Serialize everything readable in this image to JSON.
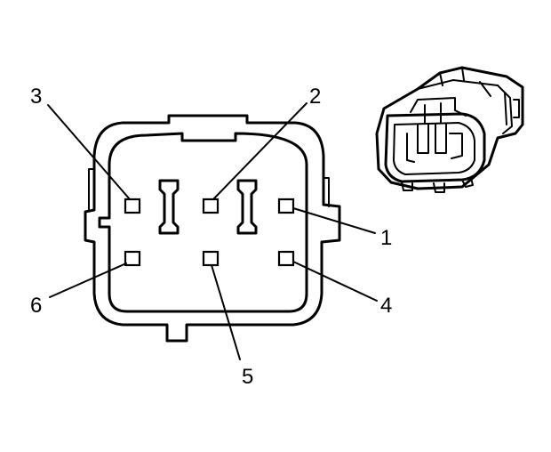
{
  "pins": [
    {
      "label": "1"
    },
    {
      "label": "2"
    },
    {
      "label": "3"
    },
    {
      "label": "4"
    },
    {
      "label": "5"
    },
    {
      "label": "6"
    }
  ]
}
